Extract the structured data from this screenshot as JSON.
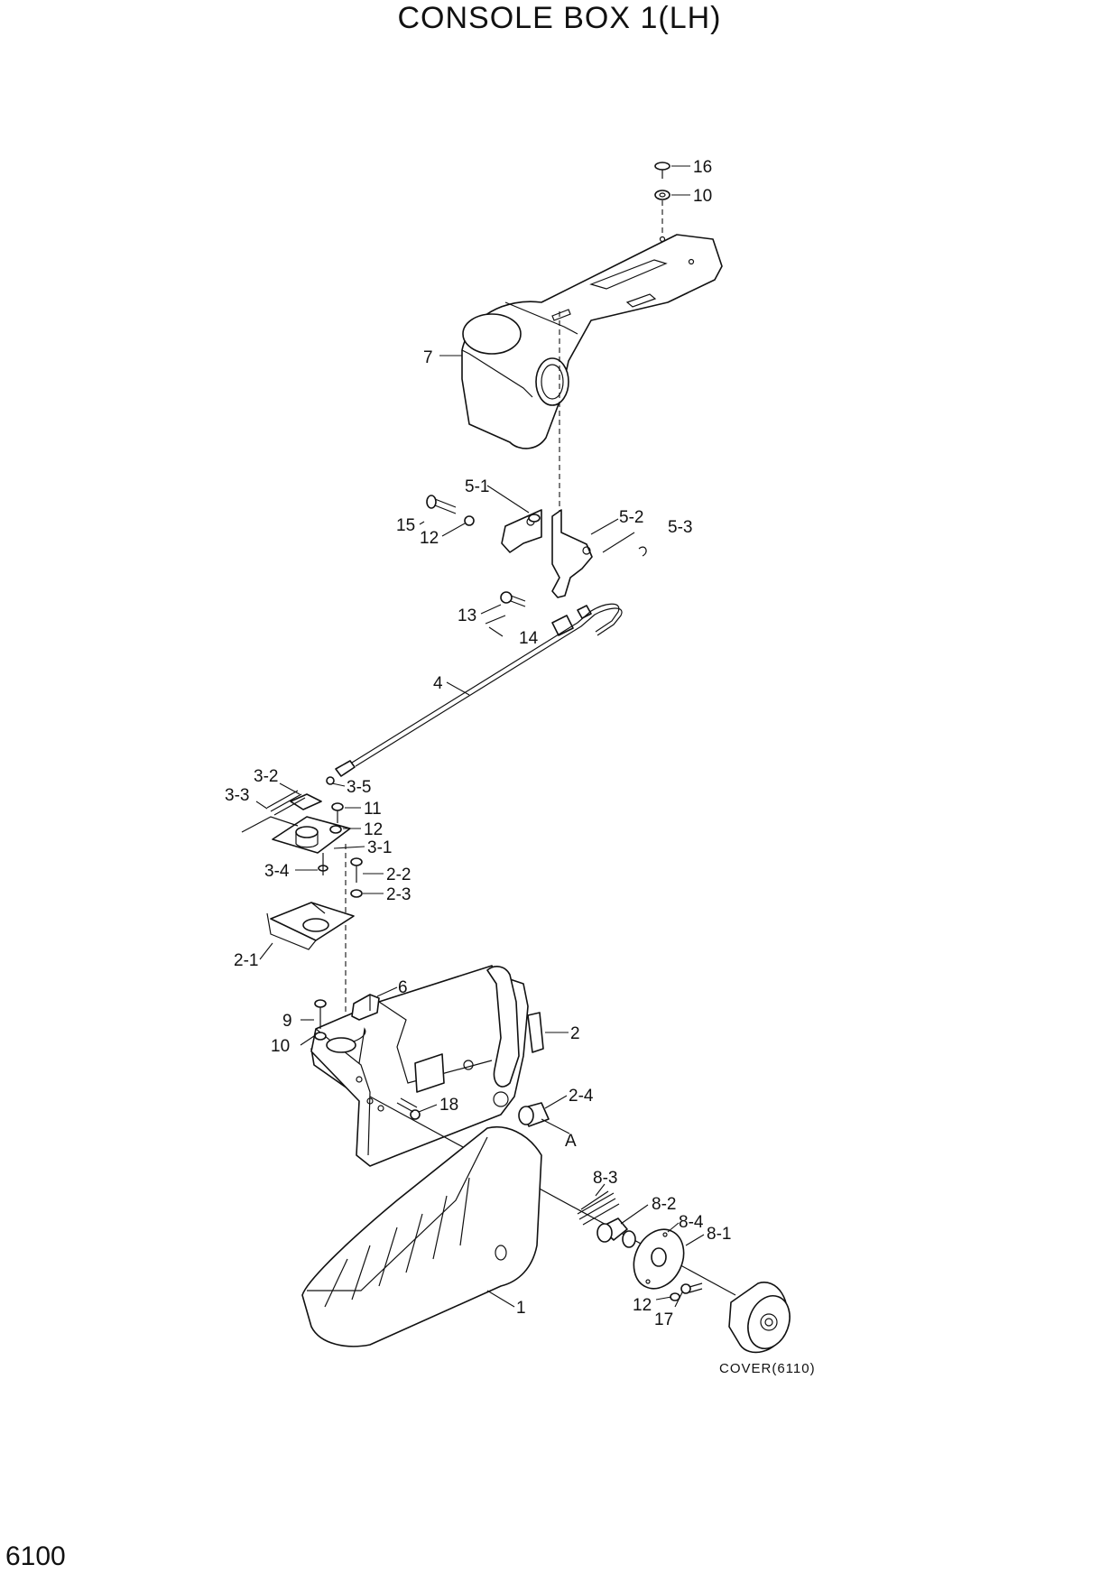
{
  "title": "CONSOLE BOX 1(LH)",
  "page_number": "6100",
  "reference": "COVER(6110)",
  "callouts": [
    "16",
    "10",
    "7",
    "5-1",
    "15",
    "12",
    "5-2",
    "5-3",
    "13",
    "14",
    "4",
    "3-2",
    "3-3",
    "3-5",
    "11",
    "12",
    "3-1",
    "3-4",
    "2-2",
    "2-3",
    "2-1",
    "6",
    "2",
    "9",
    "10",
    "18",
    "2-4",
    "A",
    "8-3",
    "8-2",
    "8-4",
    "8-1",
    "12",
    "17",
    "1"
  ]
}
